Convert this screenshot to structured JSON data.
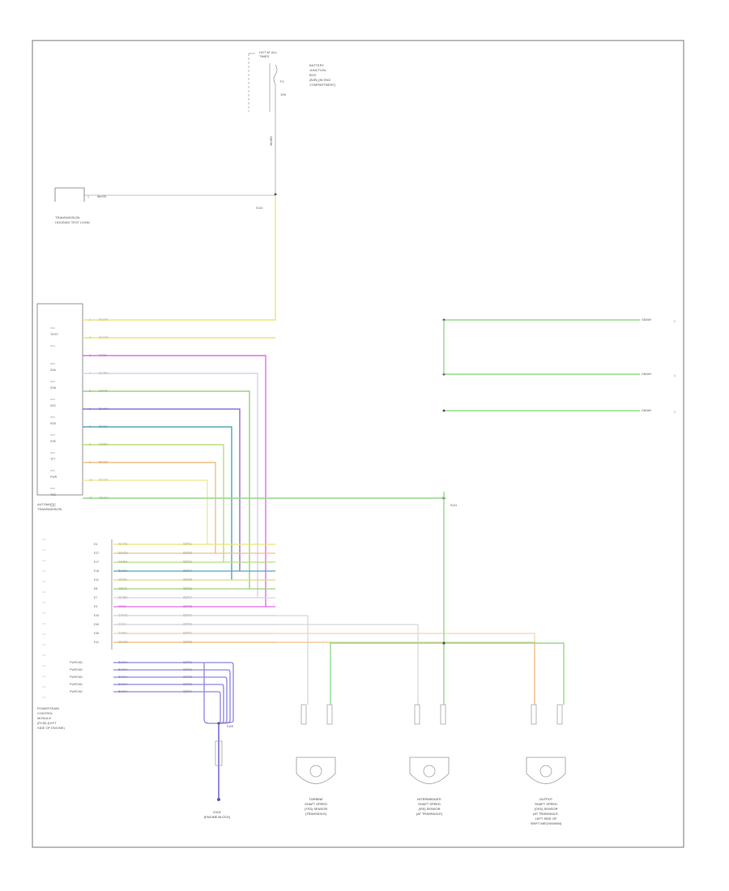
{
  "page": {
    "number_label": ""
  },
  "battery_source": {
    "title_lines": [
      "HOT AT ALL",
      "TIMES"
    ],
    "fuse_lines": [
      "BATTERY",
      "JUNCTION",
      "BOX",
      "(BJB) (IN ENG",
      "COMPARTMENT)"
    ],
    "fuse_label": "F1",
    "fuse_amp": "10A",
    "wire_label": "WH/RD"
  },
  "splice_top": "S124",
  "transmission_connector": {
    "name_lines": [
      "TRANSMISSION",
      "HOUSING TEST CONN"
    ],
    "wire_label": "WH/YE"
  },
  "pcm_lines": [
    "POWERTRAIN",
    "CONTROL",
    "MODULE",
    "(PCM) (LEFT",
    "SIDE OF ENGINE)"
  ],
  "tcm_lines": [
    "AUTOMATIC",
    "TRANSMISSION"
  ],
  "tcm_wires": [
    {
      "pin": "1",
      "label": "WH/YE",
      "color": "#e8e57a",
      "term": ""
    },
    {
      "pin": "2",
      "label": "WH/YE",
      "color": "#e8e57a",
      "term": "TR/ST"
    },
    {
      "pin": "3",
      "label": "VI/GN",
      "color": "#e26ee8",
      "term": ""
    },
    {
      "pin": "4",
      "label": "WH/BU",
      "color": "#d7d0ee",
      "term": "SSA"
    },
    {
      "pin": "5",
      "label": "GN/YE",
      "color": "#9bd37a",
      "term": "SSB"
    },
    {
      "pin": "6",
      "label": "BU/WH",
      "color": "#8b72cf",
      "term": "SSC"
    },
    {
      "pin": "7",
      "label": "BU/GN",
      "color": "#5aa4b6",
      "term": "SSD"
    },
    {
      "pin": "8",
      "label": "GN/BN",
      "color": "#b6e07a",
      "term": "SSE"
    },
    {
      "pin": "9",
      "label": "BN/OG",
      "color": "#efc08a",
      "term": "TFT"
    },
    {
      "pin": "10",
      "label": "WH/YE",
      "color": "#efe8a4",
      "term": "PWR"
    },
    {
      "pin": "11",
      "label": "GN/WH",
      "color": "#93dc8a",
      "term": "TSS"
    }
  ],
  "pcm_pins": [
    {
      "pin": "E4",
      "label": "WH/YE",
      "code": "SBP11",
      "color": "#e8e57a"
    },
    {
      "pin": "E27",
      "label": "OG/GN",
      "code": "SBP12",
      "color": "#efc08a"
    },
    {
      "pin": "E17",
      "label": "GN/BN",
      "code": "SBP13",
      "color": "#b6e07a"
    },
    {
      "pin": "E16",
      "label": "BU/GN",
      "code": "SBP14",
      "color": "#5aa4b6"
    },
    {
      "pin": "E11",
      "label": "YE/GN",
      "code": "SBP15",
      "color": "#d6e07a"
    },
    {
      "pin": "E8",
      "label": "GN/YE",
      "code": "SBP16",
      "color": "#9bd37a"
    },
    {
      "pin": "E7",
      "label": "WH/BU",
      "code": "SBP17",
      "color": "#d7d0ee"
    },
    {
      "pin": "E3",
      "label": "VI/GN",
      "code": "SBP18",
      "color": "#e26ee8"
    },
    {
      "pin": "E34",
      "label": "GY/OG",
      "code": "SBP19",
      "color": "#d8d8d8"
    },
    {
      "pin": "E45",
      "label": "GY/VI",
      "code": "SBP20",
      "color": "#d8d8d8"
    },
    {
      "pin": "E35",
      "label": "GY/BN",
      "code": "SBP21",
      "color": "#f0d7b3"
    },
    {
      "pin": "E41",
      "label": "GN/OG",
      "code": "SBP22",
      "color": "#efc08a"
    }
  ],
  "pcm_ground_pins": [
    {
      "pin": "PWRGND",
      "label": "BK/WH",
      "code": "SBP30"
    },
    {
      "pin": "PWRGND",
      "label": "BK/WH",
      "code": "SBP31"
    },
    {
      "pin": "PWRGND",
      "label": "BK/WH",
      "code": "SBP32"
    },
    {
      "pin": "PWRGND",
      "label": "BK/WH",
      "code": "SBP33"
    },
    {
      "pin": "PWRGND",
      "label": "BK/WH",
      "code": "SBP34"
    }
  ],
  "ground_splice": "S109",
  "ground_point": [
    "G102",
    "(ENGINE BLOCK)"
  ],
  "right_wires": [
    {
      "label": "GN/WH",
      "ref": "1"
    },
    {
      "label": "GN/WH",
      "ref": "1"
    },
    {
      "label": "GN/WH",
      "ref": "1"
    }
  ],
  "splice_right": "S124",
  "sensors": [
    {
      "name_lines": [
        "TURBINE",
        "SHAFT SPEED",
        "(TSS) SENSOR",
        "(TRANSAXLE)"
      ]
    },
    {
      "name_lines": [
        "INTERMEDIATE",
        "SHAFT SPEED",
        "(ISS) SENSOR",
        "(AT TRANSAXLE)"
      ]
    },
    {
      "name_lines": [
        "OUTPUT",
        "SHAFT SPEED",
        "(OSS) SENSOR",
        "(AT TRANSAXLE,",
        "LEFT SIDE OF",
        "SHIFT MECHANISM)"
      ]
    }
  ]
}
